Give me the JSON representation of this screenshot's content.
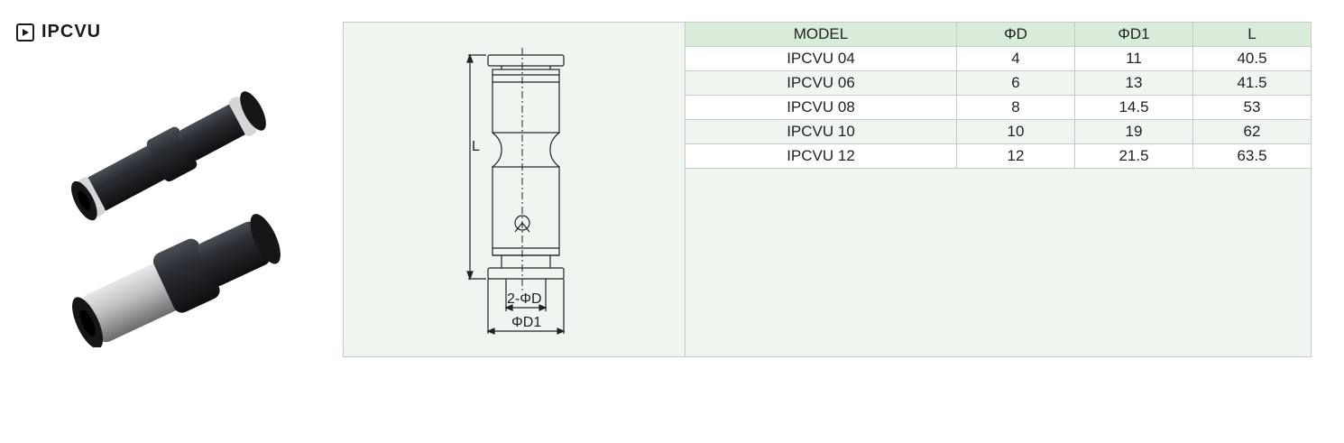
{
  "section": {
    "title": "IPCVU"
  },
  "drawing": {
    "label_L": "L",
    "label_D": "2-ΦD",
    "label_D1": "ΦD1"
  },
  "table": {
    "headers": [
      "MODEL",
      "ΦD",
      "ΦD1",
      "L"
    ],
    "rows": [
      [
        "IPCVU 04",
        "4",
        "11",
        "40.5"
      ],
      [
        "IPCVU 06",
        "6",
        "13",
        "41.5"
      ],
      [
        "IPCVU 08",
        "8",
        "14.5",
        "53"
      ],
      [
        "IPCVU 10",
        "10",
        "19",
        "62"
      ],
      [
        "IPCVU 12",
        "12",
        "21.5",
        "63.5"
      ]
    ]
  },
  "colors": {
    "panel_bg": "#eef6ef",
    "header_bg": "#d8ecd9"
  }
}
